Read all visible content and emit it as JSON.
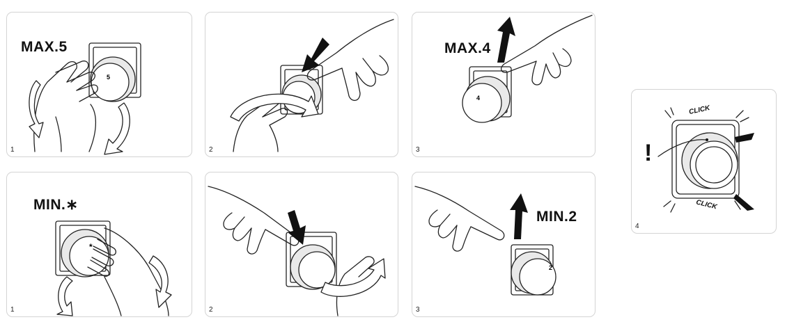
{
  "panels": [
    {
      "id": "p1",
      "step": "1",
      "label": "MAX.5",
      "knob": "5"
    },
    {
      "id": "p2",
      "step": "2"
    },
    {
      "id": "p3",
      "step": "3",
      "label": "MAX.4",
      "knob": "4"
    },
    {
      "id": "p4",
      "step": "1",
      "label": "MIN.∗",
      "knob": "*"
    },
    {
      "id": "p5",
      "step": "2"
    },
    {
      "id": "p6",
      "step": "3",
      "label": "MIN.2",
      "knob": "2"
    },
    {
      "id": "p7",
      "step": "4",
      "click_top": "CLICK",
      "click_bottom": "CLICK",
      "alert": "!"
    }
  ],
  "colors": {
    "line": "#222222",
    "border": "#d4d4d4",
    "arrow": "#111111"
  },
  "icons": [
    "hand-icon",
    "rotate-arrow-icon",
    "push-arrow-icon",
    "pull-arrow-icon",
    "thermostat-knob-icon",
    "exclamation-icon"
  ]
}
